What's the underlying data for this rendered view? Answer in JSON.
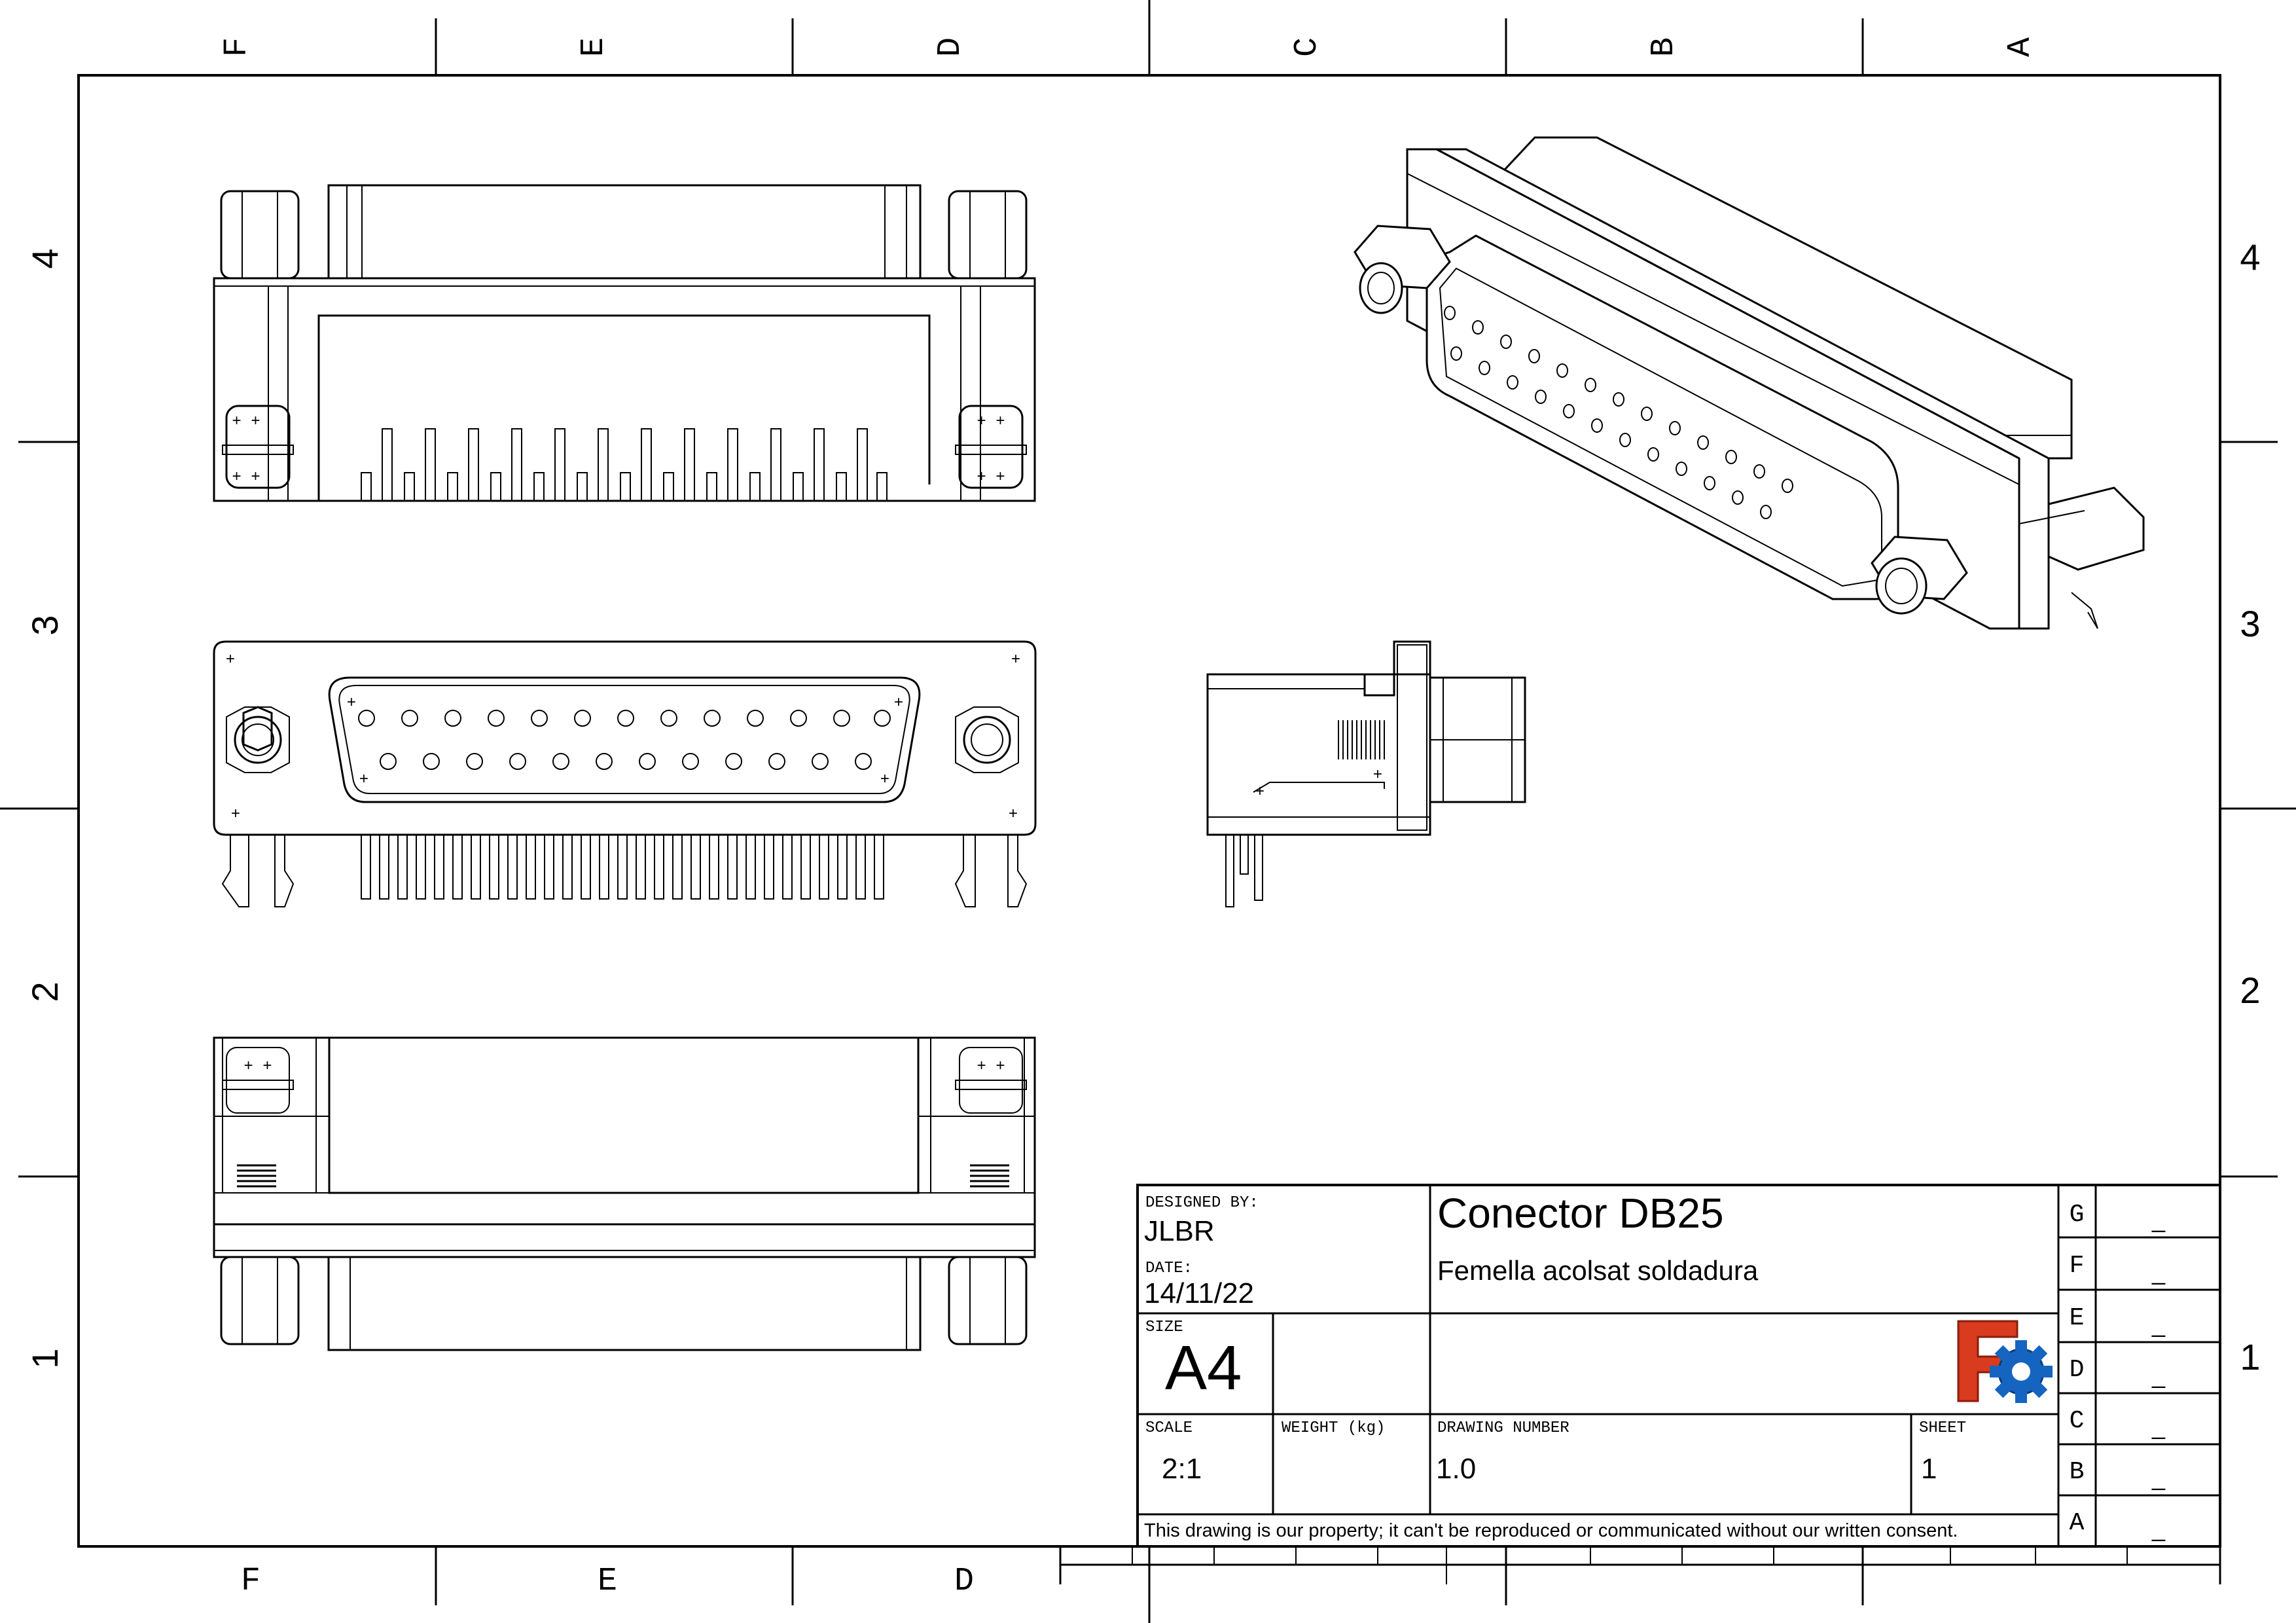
{
  "frame": {
    "top_zones": [
      "F",
      "E",
      "D",
      "C",
      "B",
      "A"
    ],
    "bottom_zones": [
      "F",
      "E",
      "D"
    ],
    "left_rows": [
      "4",
      "3",
      "2",
      "1"
    ],
    "right_rows": [
      "4",
      "3",
      "2",
      "1"
    ]
  },
  "title_block": {
    "designed_by_label": "DESIGNED BY:",
    "designed_by": "JLBR",
    "date_label": "DATE:",
    "date": "14/11/22",
    "size_label": "SIZE",
    "size": "A4",
    "scale_label": "SCALE",
    "scale": "2:1",
    "weight_label": "WEIGHT (kg)",
    "weight": "",
    "drawing_number_label": "DRAWING NUMBER",
    "drawing_number": "1.0",
    "sheet_label": "SHEET",
    "sheet": "1",
    "title": "Conector DB25",
    "subtitle": "Femella acolsat soldadura",
    "note": "This drawing is our property; it can't be reproduced or communicated without our written consent.",
    "logo": "freecad-logo-icon",
    "logo_colors": [
      "#d93b1e",
      "#1565c0"
    ]
  },
  "revisions": [
    {
      "letter": "G",
      "value": "_"
    },
    {
      "letter": "F",
      "value": "_"
    },
    {
      "letter": "E",
      "value": "_"
    },
    {
      "letter": "D",
      "value": "_"
    },
    {
      "letter": "C",
      "value": "_"
    },
    {
      "letter": "B",
      "value": "_"
    },
    {
      "letter": "A",
      "value": "_"
    }
  ]
}
